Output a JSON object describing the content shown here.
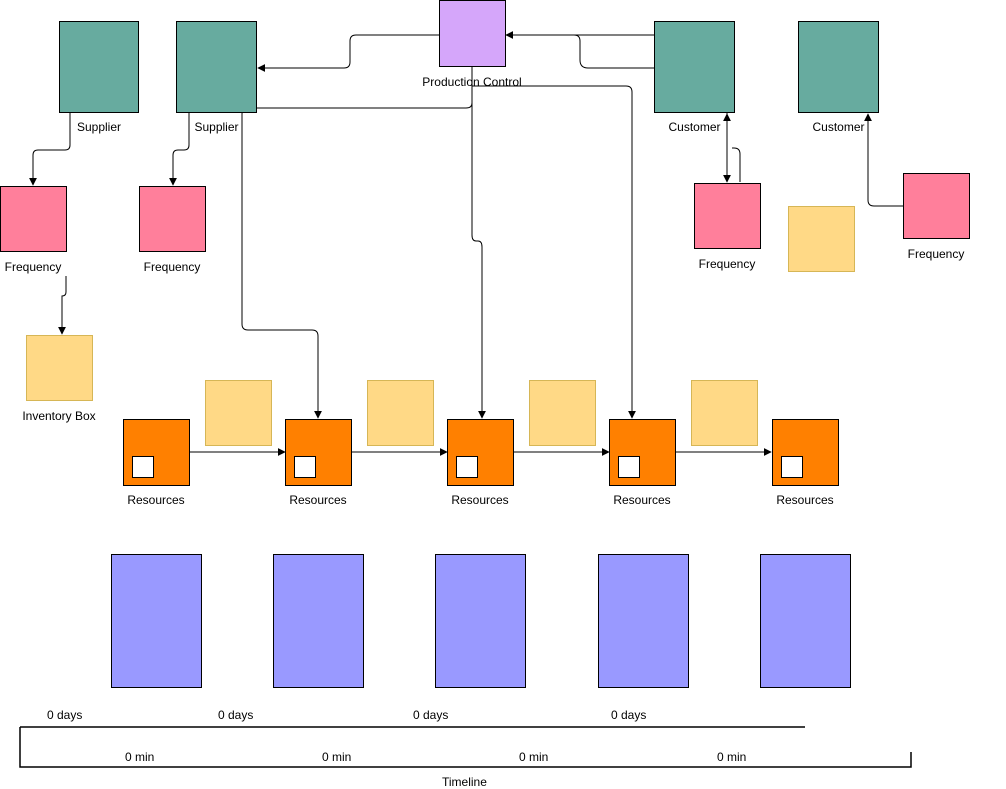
{
  "colors": {
    "supplier_customer": "#67ab9f",
    "production_control": "#d5a6fa",
    "frequency": "#ff7f9b",
    "inventory": "#ffd986",
    "resource": "#ff8000",
    "process_block": "#9999ff"
  },
  "suppliers": [
    {
      "label": "Supplier"
    },
    {
      "label": "Supplier"
    }
  ],
  "production_control": {
    "label": "Production Control"
  },
  "customers": [
    {
      "label": "Customer"
    },
    {
      "label": "Customer"
    }
  ],
  "frequencies": [
    {
      "label": "Frequency"
    },
    {
      "label": "Frequency"
    },
    {
      "label": "Frequency"
    },
    {
      "label": "Frequency"
    }
  ],
  "inventory_box": {
    "label": "Inventory Box"
  },
  "resources": [
    {
      "label": "Resources"
    },
    {
      "label": "Resources"
    },
    {
      "label": "Resources"
    },
    {
      "label": "Resources"
    },
    {
      "label": "Resources"
    }
  ],
  "timeline": {
    "label": "Timeline",
    "days": [
      "0 days",
      "0 days",
      "0 days",
      "0 days"
    ],
    "minutes": [
      "0 min",
      "0 min",
      "0 min",
      "0 min"
    ]
  }
}
